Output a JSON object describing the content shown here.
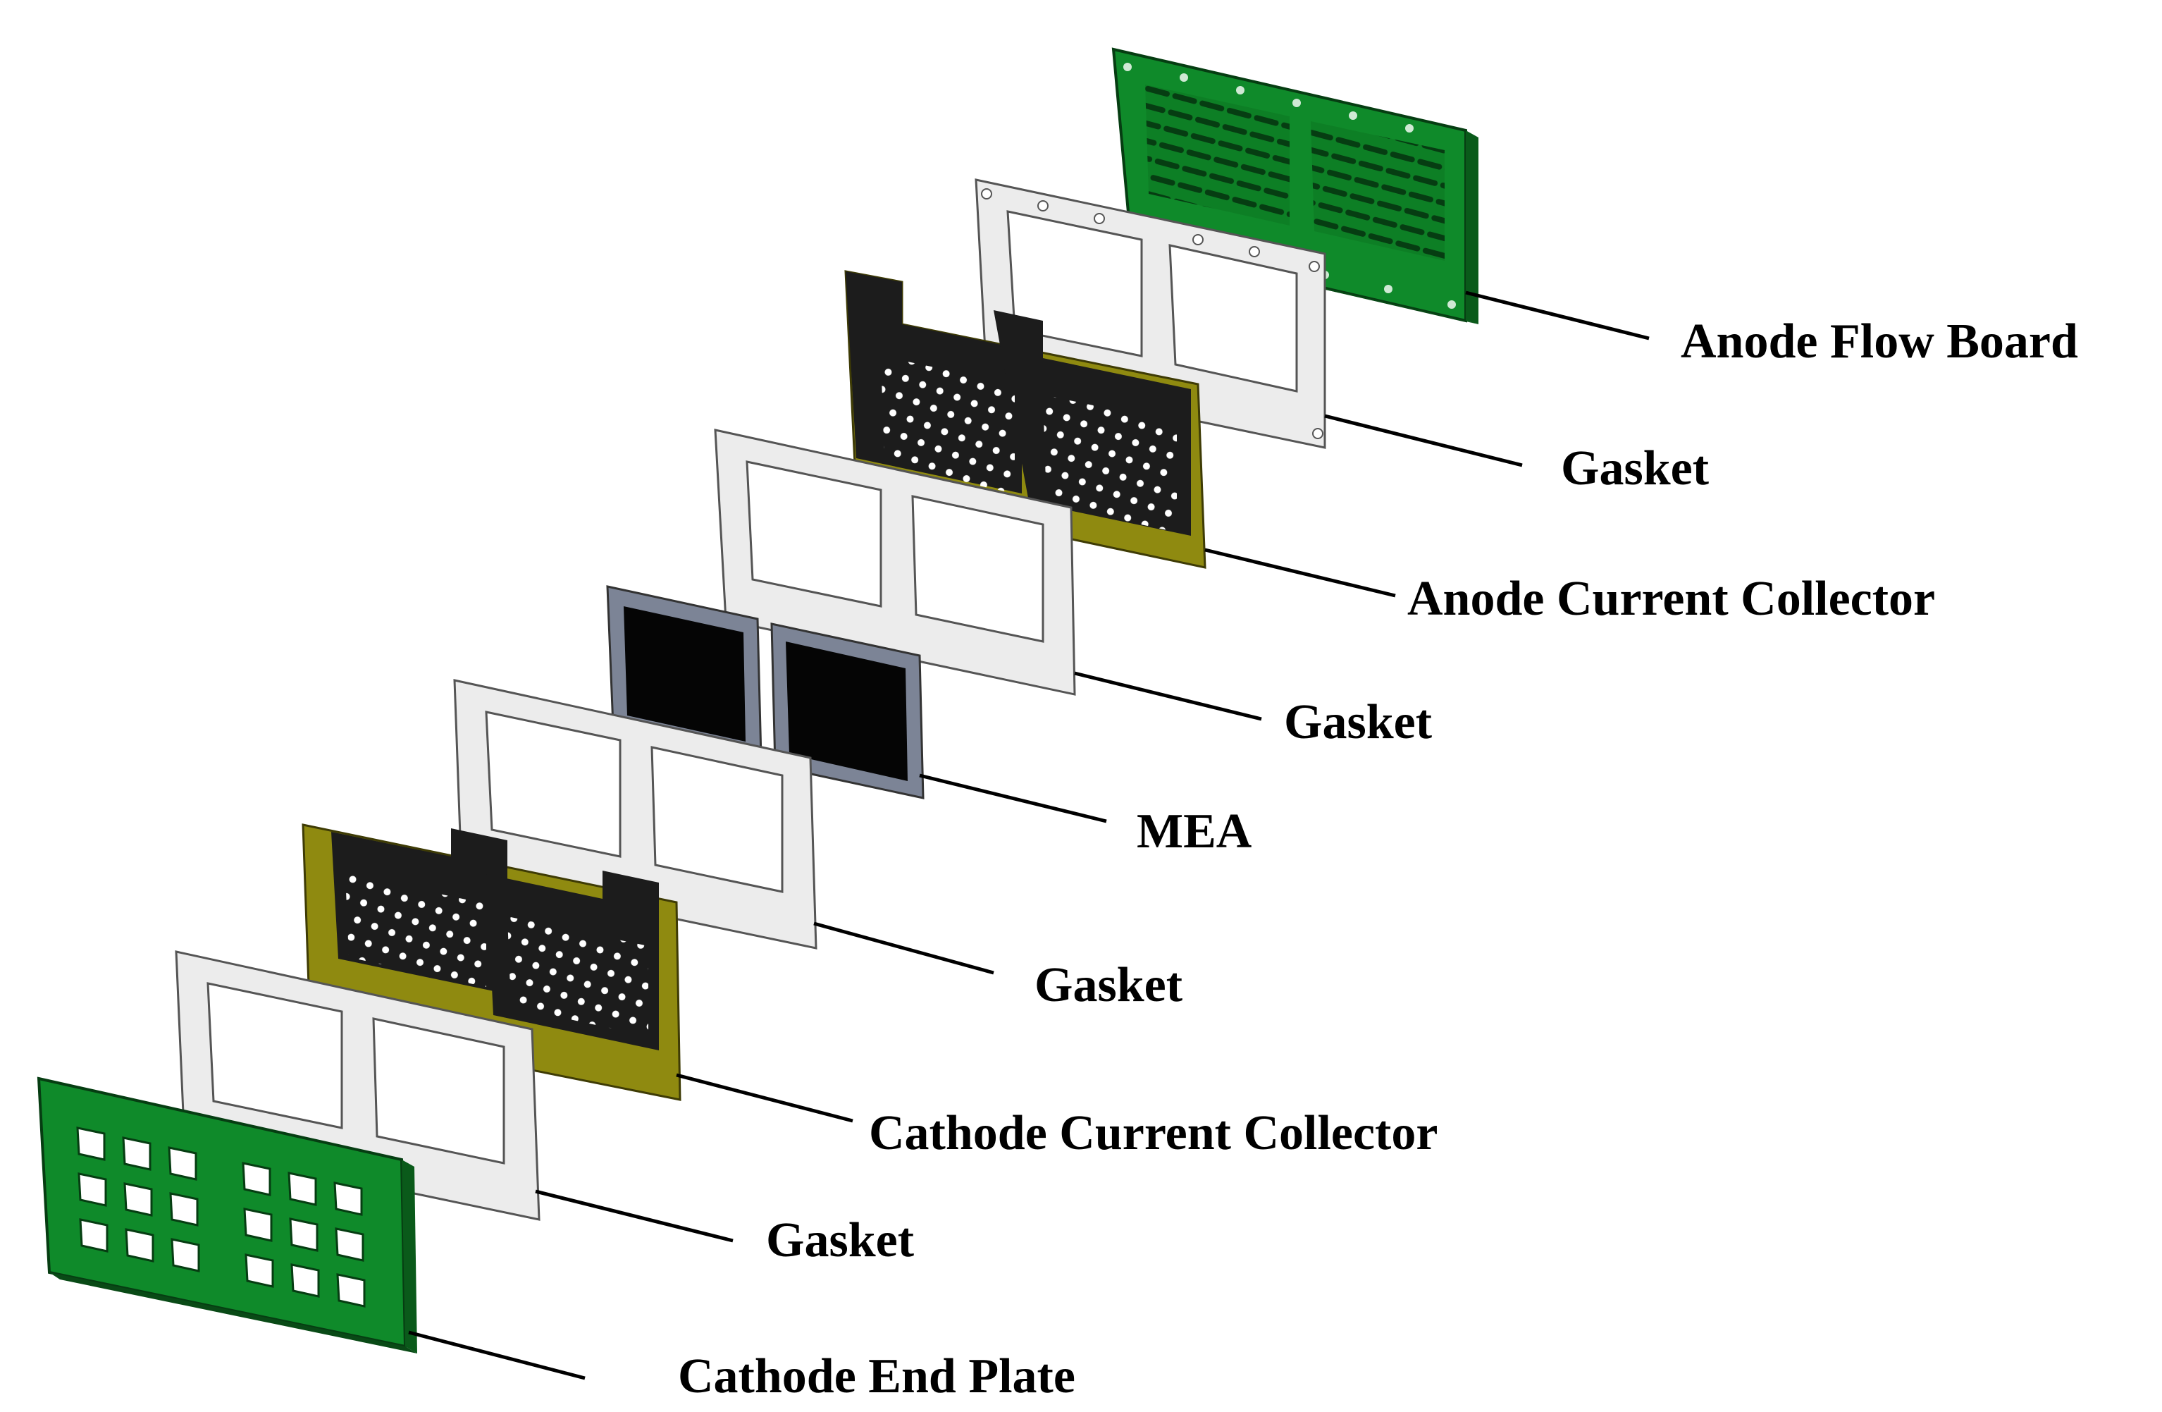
{
  "labels": {
    "anode_flow_board": "Anode Flow Board",
    "gasket_1": "Gasket",
    "anode_current_collector": "Anode Current Collector",
    "gasket_2": "Gasket",
    "mea": "MEA",
    "gasket_3": "Gasket",
    "cathode_current_collector": "Cathode Current Collector",
    "gasket_4": "Gasket",
    "cathode_end_plate": "Cathode End Plate"
  },
  "colors": {
    "board_green": "#0f8a2a",
    "board_dark": "#0a5a1a",
    "gasket_white": "#ececec",
    "collector_gold": "#8f8a10",
    "collector_black": "#1c1c1c",
    "mea_black": "#050505",
    "mea_border": "#7c8496",
    "leader_line": "#000000"
  }
}
